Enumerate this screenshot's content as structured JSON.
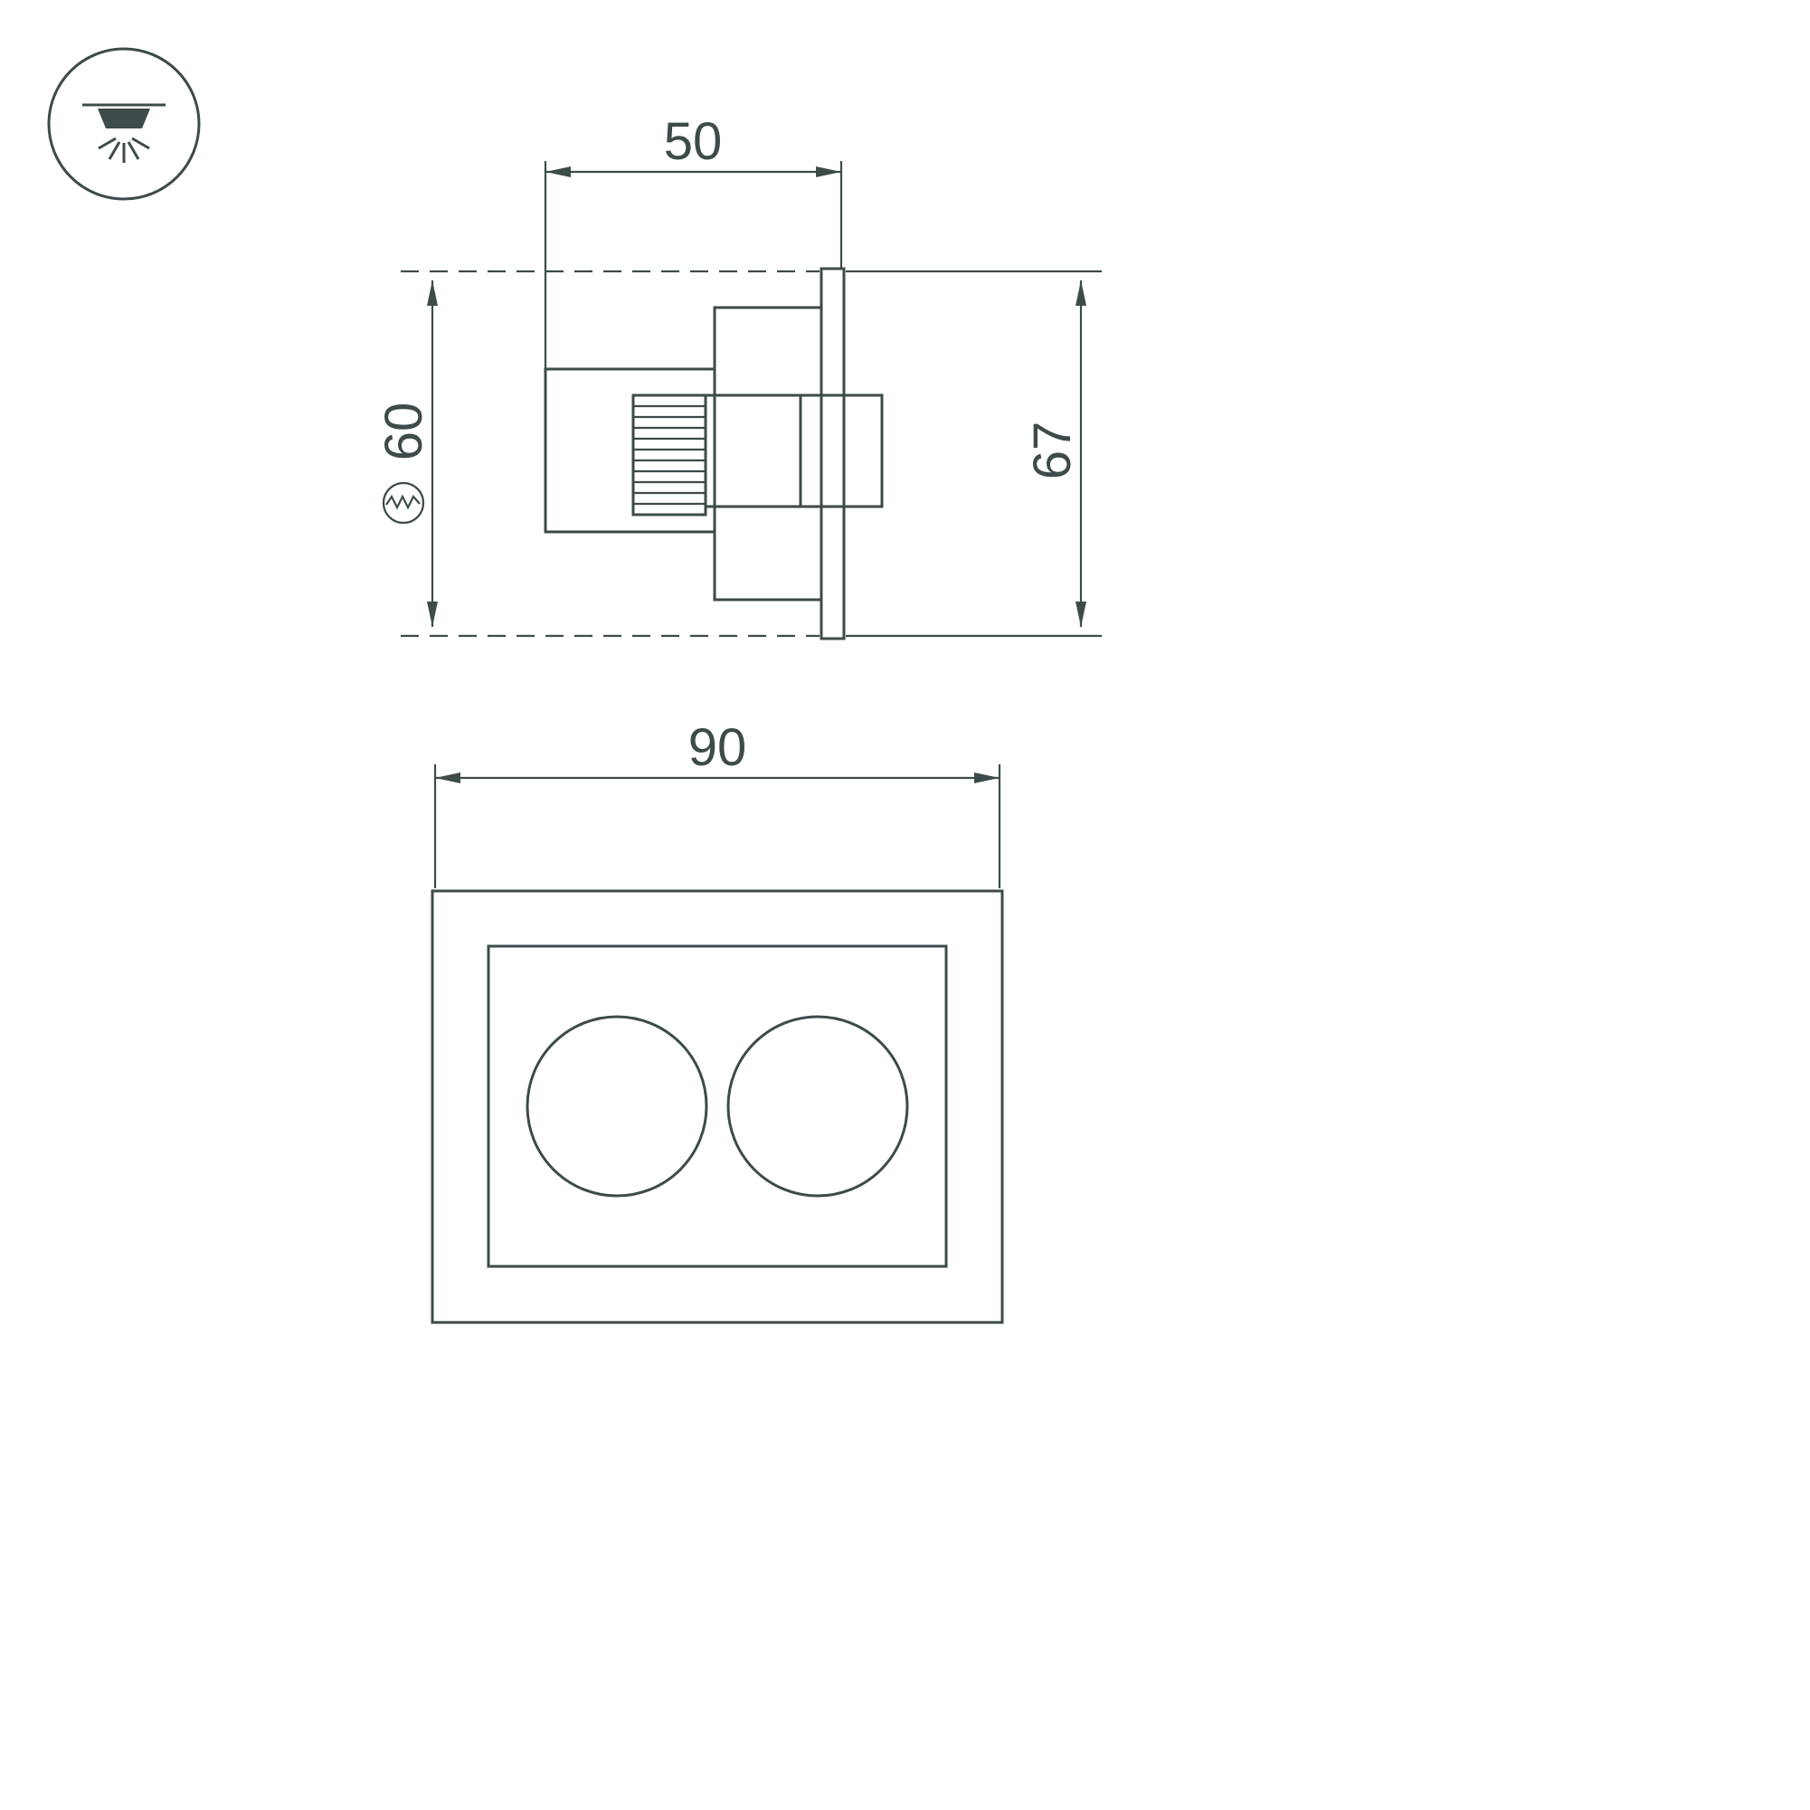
{
  "meta": {
    "background_color": "#ffffff",
    "line_color": "#3d4b4a",
    "drawing_type": "recessed-downlight-dimension-drawing"
  },
  "corner_icon": {
    "name": "recessed-downlight-icon"
  },
  "side_view": {
    "dim_top_width": {
      "value": "50"
    },
    "dim_cutout": {
      "value": "60",
      "symbol": "cutout-circle-icon"
    },
    "dim_height": {
      "value": "67"
    }
  },
  "front_view": {
    "dim_width": {
      "value": "90"
    }
  }
}
